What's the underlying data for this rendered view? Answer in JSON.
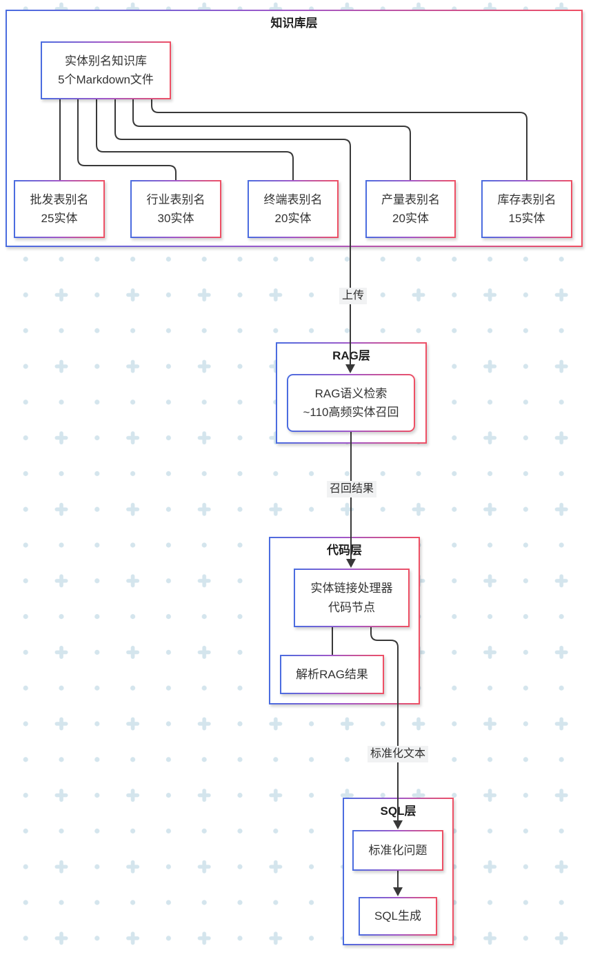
{
  "colors": {
    "accent_blue": "#4a6ce0",
    "accent_mid": "#a257c8",
    "accent_red": "#ef4f63",
    "connector": "#383838",
    "label_bg": "#f1f2f3",
    "grid_dot": "#d4e5ed",
    "text": "#333333"
  },
  "diagram": {
    "knowledge_layer": {
      "title": "知识库层",
      "main_box": [
        "实体别名知识库",
        "5个Markdown文件"
      ],
      "alias_boxes": [
        [
          "批发表别名",
          "25实体"
        ],
        [
          "行业表别名",
          "30实体"
        ],
        [
          "终端表别名",
          "20实体"
        ],
        [
          "产量表别名",
          "20实体"
        ],
        [
          "库存表别名",
          "15实体"
        ]
      ]
    },
    "rag_layer": {
      "title": "RAG层",
      "box": [
        "RAG语义检索",
        "~110高频实体召回"
      ]
    },
    "code_layer": {
      "title": "代码层",
      "box": [
        "实体链接处理器",
        "代码节点"
      ],
      "parse_box": "解析RAG结果"
    },
    "sql_layer": {
      "title": "SQL层",
      "std_box": "标准化问题",
      "gen_box": "SQL生成"
    },
    "edges": {
      "upload": "上传",
      "recall": "召回结果",
      "normalized": "标准化文本"
    }
  }
}
